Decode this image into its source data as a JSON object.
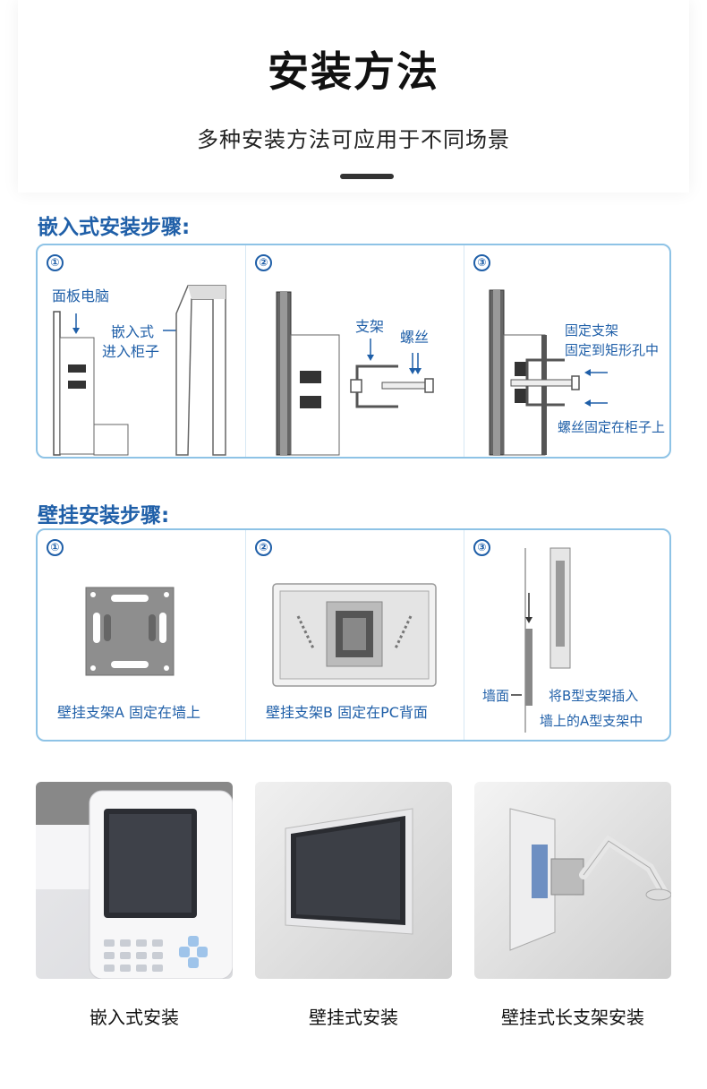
{
  "header": {
    "title": "安装方法",
    "subtitle": "多种安装方法可应用于不同场景"
  },
  "embedded": {
    "heading": "嵌入式安装步骤:",
    "steps": [
      {
        "num": "①",
        "labels": [
          "面板电脑",
          "嵌入式",
          "进入柜子"
        ]
      },
      {
        "num": "②",
        "labels": [
          "支架",
          "螺丝"
        ]
      },
      {
        "num": "③",
        "labels": [
          "固定支架",
          "固定到矩形孔中",
          "螺丝固定在柜子上"
        ]
      }
    ]
  },
  "wall": {
    "heading": "壁挂安装步骤:",
    "steps": [
      {
        "num": "①",
        "labels": [
          "壁挂支架A 固定在墙上"
        ]
      },
      {
        "num": "②",
        "labels": [
          "壁挂支架B 固定在PC背面"
        ]
      },
      {
        "num": "③",
        "labels": [
          "墙面",
          "将B型支架插入",
          "墙上的A型支架中"
        ]
      }
    ]
  },
  "photos": [
    {
      "caption": "嵌入式安装"
    },
    {
      "caption": "壁挂式安装"
    },
    {
      "caption": "壁挂式长支架安装"
    }
  ],
  "colors": {
    "accent": "#1f5fa8",
    "panel_border": "#8ec3e6"
  }
}
